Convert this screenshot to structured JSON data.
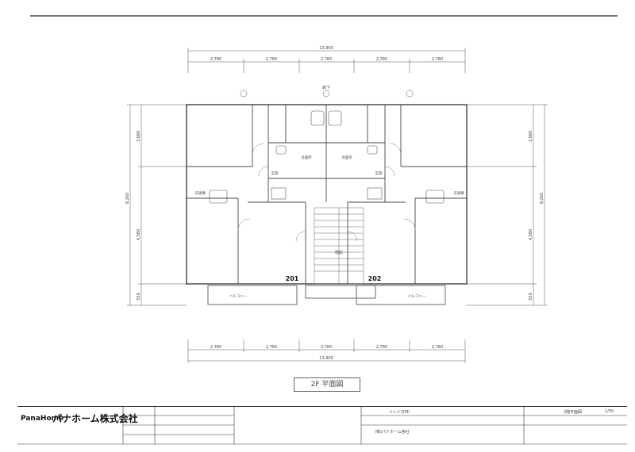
{
  "plan": {
    "top_dims": [
      "2,780",
      "2,780",
      "2,780",
      "2,780",
      "2,780"
    ],
    "top_total": "13,900",
    "bottom_dims": [
      "2,780",
      "2,780",
      "2,780",
      "2,780",
      "2,780"
    ],
    "bottom_total": "13,900",
    "left_dims": [
      "3,680",
      "4,580"
    ],
    "left_total": "8,260",
    "left_small": "550",
    "right_dims": [
      "3,680",
      "4,580"
    ],
    "right_total": "8,260",
    "right_small": "550",
    "units": [
      "201",
      "202"
    ],
    "rooms": {
      "washroom": "洗面所",
      "entrance": "玄関",
      "corridor": "廊下",
      "stairs": "階段",
      "balcony": "バルコニー",
      "washer": "洗濯機"
    }
  },
  "drawing_title": "2F 平面図",
  "titleblock": {
    "brand_en": "PanaHome",
    "brand_jp": "パナホーム株式会社",
    "building": "ソレジオMI",
    "sheet_name": "2階平面図",
    "scale": "1/50",
    "company": "(株)パナホーム各社"
  }
}
